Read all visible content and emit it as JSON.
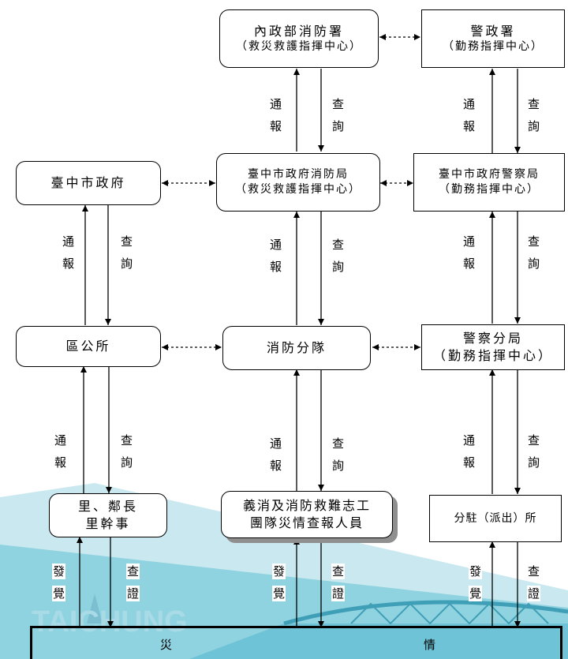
{
  "nodes": {
    "fire_agency": {
      "line1": "內政部消防署",
      "line2": "（救災救護指揮中心）"
    },
    "police_agency": {
      "line1": "警政署",
      "line2": "（勤務指揮中心）"
    },
    "city_gov": {
      "line1": "臺中市政府"
    },
    "city_fire": {
      "line1": "臺中市政府消防局",
      "line2": "（救災救護指揮中心）"
    },
    "city_police": {
      "line1": "臺中市政府警察局",
      "line2": "（勤務指揮中心）"
    },
    "district_office": {
      "line1": "區公所"
    },
    "fire_squad": {
      "line1": "消防分隊"
    },
    "police_precinct": {
      "line1": "警察分局",
      "line2": "（勤務指揮中心）"
    },
    "village_chief": {
      "line1": "里、鄰長",
      "line2": "里幹事"
    },
    "volunteers": {
      "line1": "義消及消防救難志工",
      "line2": "團隊災情查報人員"
    },
    "police_station": {
      "line1": "分駐（派出）所"
    }
  },
  "labels": {
    "report_1": "通",
    "report_2": "報",
    "query_1": "查",
    "query_2": "詢",
    "discover_1": "發",
    "discover_2": "覺",
    "verify_1": "查",
    "verify_2": "證"
  },
  "disaster": {
    "left": "災",
    "right": "情"
  },
  "watermark": "TAICHUNG"
}
